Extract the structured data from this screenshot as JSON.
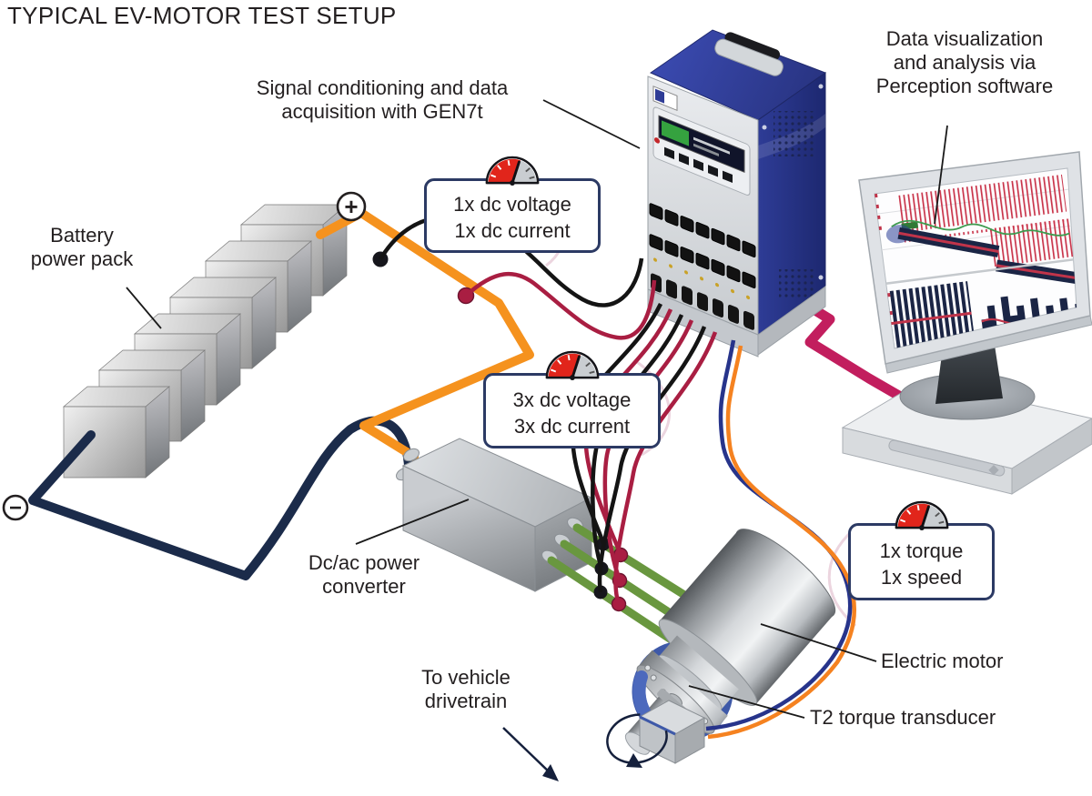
{
  "title": "TYPICAL EV-MOTOR TEST SETUP",
  "labels": {
    "signal_conditioning": [
      "Signal conditioning and data",
      "acquisition with GEN7t"
    ],
    "data_visualization": [
      "Data visualization",
      "and analysis via",
      "Perception software"
    ],
    "battery_pack": [
      "Battery",
      "power pack"
    ],
    "power_converter": [
      "Dc/ac power",
      "converter"
    ],
    "vehicle_drivetrain": [
      "To vehicle",
      "drivetrain"
    ],
    "electric_motor": "Electric motor",
    "torque_transducer": "T2 torque transducer"
  },
  "measurement_boxes": [
    {
      "icon": "gauge-meter-icon",
      "line1": "1x dc voltage",
      "line2": "1x dc current"
    },
    {
      "icon": "gauge-meter-icon",
      "line1": "3x dc voltage",
      "line2": "3x dc current"
    },
    {
      "icon": "gauge-meter-icon",
      "line1": "1x torque",
      "line2": "1x speed"
    }
  ],
  "terminals": {
    "positive": "+",
    "negative": "−"
  },
  "colors": {
    "battery_wire_positive": "#F5921E",
    "battery_wire_negative": "#1B2B4A",
    "sense_wire_black": "#141414",
    "sense_wire_crimson": "#A91E42",
    "phase_cable_green": "#69973F",
    "torque_cable_blue": "#27348B",
    "torque_cable_orange": "#F58220",
    "data_cable_magenta": "#C21E5E",
    "daq_blue": "#2E3C96",
    "label_box_border": "#2C3A64",
    "gauge_red": "#E1251B",
    "text": "#231F20"
  }
}
